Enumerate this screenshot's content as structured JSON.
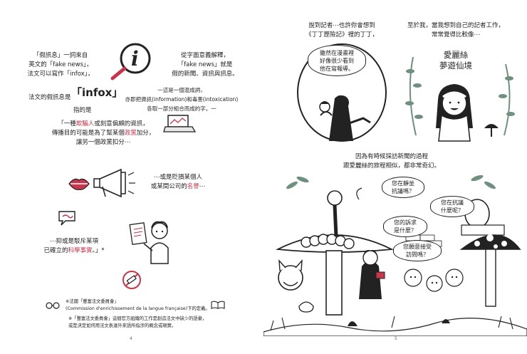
{
  "left_page": {
    "intro_lines": [
      "「假訊息」一詞來自",
      "英文的「fake news」，",
      "法文可以寫作「infox」，"
    ],
    "keyword": "「infox」",
    "keyword_prefix": "法文的假訊息是",
    "refers_to": "指的是",
    "literal_lines": [
      "從字面意義解釋，",
      "「fake news」就是",
      "假的新聞、資訊與訊息。"
    ],
    "portmanteau_lines": [
      "一這是一個混成詞，",
      "亦即把資訊(information)和毒害(intoxication)",
      "各取一部分組合而成的字。一"
    ],
    "definition_lines": {
      "l1_a": "「一種",
      "l1_red": "欺騙人",
      "l1_b": "或刻意偏頗的資訊，",
      "l2_a": "傳播目的可能是為了幫某個",
      "l2_red": "政黨",
      "l2_b": "加分，",
      "l3": "讓另一個政黨扣分⋯"
    },
    "reputation_lines": {
      "l1": "⋯或是貶損某個人",
      "l2_a": "或某間公司的",
      "l2_red": "名譽",
      "l2_b": "⋯"
    },
    "science_lines": {
      "l1": "⋯抑或是駁斥某項",
      "l2_a": "已確立的",
      "l2_red": "科學事實",
      "l2_b": "。」*"
    },
    "footnote_1": [
      "※法國「豐富法文委員會」",
      "(Commission d'enrichissement de la langue française)下的定義。"
    ],
    "footnote_2": [
      "※「豐富法文委員會」這個官方組織的工作是創造法文中缺少的語彙，",
      "或是決定如何用法文表達外來語所指涉的概念或現實。"
    ],
    "page_number": "4"
  },
  "right_page": {
    "top_left_lines": [
      "說到記者⋯也許你會想到",
      "《丁丁歷險記》裡的丁丁，"
    ],
    "top_right_lines": [
      "至於我，當我想到自己的記者工作，",
      "常常覺得比較像⋯"
    ],
    "bubble_tintin": [
      "雖然在漫畫裡",
      "好像很少看到",
      "他在寫報導。"
    ],
    "alice_title": [
      "愛麗絲",
      "夢遊仙境"
    ],
    "middle_lines": [
      "因為有時候採訪新聞的過程",
      "跟愛麗絲的旅程相似，都非常奇幻。"
    ],
    "questions": [
      [
        "您在靜坐",
        "抗議嗎？"
      ],
      [
        "您在抗議",
        "什麼呢？"
      ],
      [
        "您的訴求",
        "是什麼？"
      ],
      [
        "您願意接受",
        "訪問嗎？"
      ]
    ],
    "page_number": "5"
  },
  "colors": {
    "accent": "#c7364c",
    "foliage": "#6f8f7f",
    "ink": "#222222"
  },
  "icons": [
    "magnifier-info-icon",
    "laptop-icon",
    "megaphone-icon",
    "lips-icon",
    "speech-bubble-icon",
    "no-syringe-icon",
    "glasses-icon",
    "book-icon"
  ]
}
